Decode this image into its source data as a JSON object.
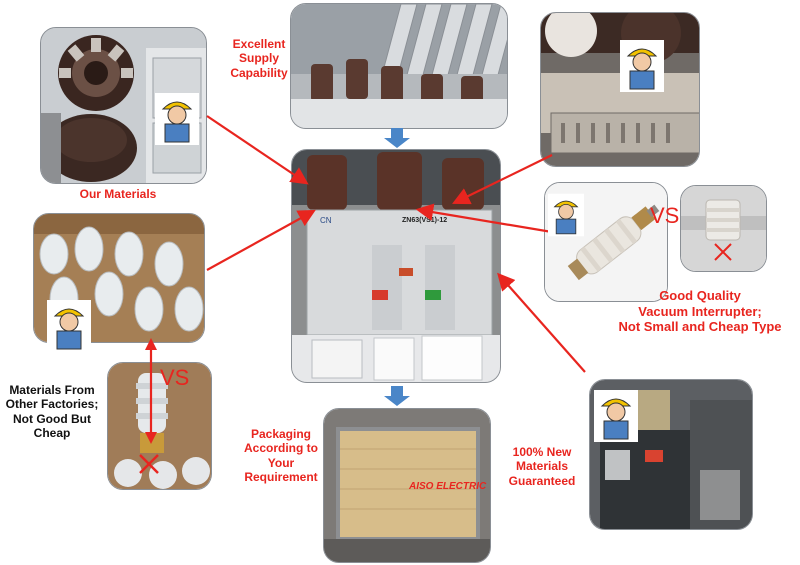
{
  "labels": {
    "excellent_supply": [
      "Excellent",
      "Supply",
      "Capability"
    ],
    "our_materials": "Our Materials",
    "other_factories": [
      "Materials From",
      "Other Factories;",
      "Not Good But",
      "Cheap"
    ],
    "vs": "VS",
    "good_quality": [
      "Good Quality",
      "Vacuum Interrupter;",
      "Not Small and Cheap Type"
    ],
    "packaging": [
      "Packaging",
      "According to",
      "Your",
      "Requirement"
    ],
    "new_materials": [
      "100% New",
      "Materials",
      "Guaranteed"
    ]
  },
  "breaker_panel": {
    "model": "ZN63(VS1)-12",
    "brand": "CN"
  },
  "crate_brand": "AISO ELECTRIC",
  "colors": {
    "label_red": "#e8251f",
    "arrow_red": "#e8251f",
    "arrow_blue": "#4a86c8",
    "frame": "#8a8f95"
  }
}
